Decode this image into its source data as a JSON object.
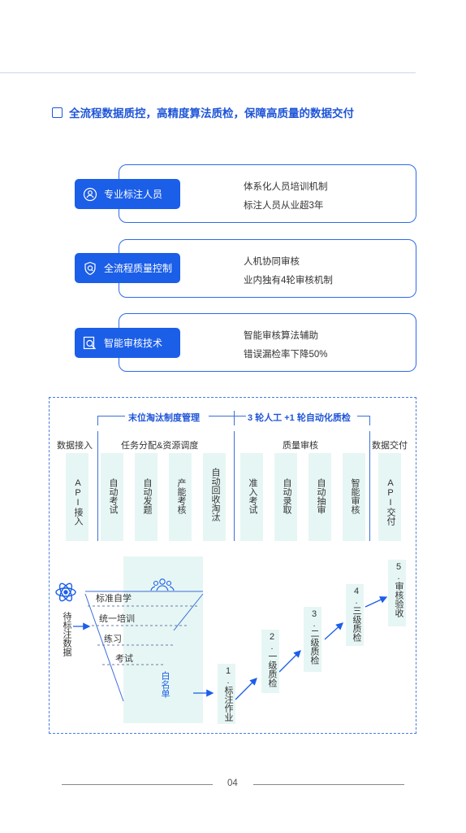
{
  "section_title": "全流程数据质控，高精度算法质检，保障高质量的数据交付",
  "cards": [
    {
      "pill": "专业标注人员",
      "icon": "person-icon",
      "lines": [
        "体系化人员培训机制",
        "标注人员从业超3年"
      ]
    },
    {
      "pill": "全流程质量控制",
      "icon": "shield-icon",
      "lines": [
        "人机协同审核",
        "业内独有4轮审核机制"
      ]
    },
    {
      "pill": "智能审核技术",
      "icon": "magnify-icon",
      "lines": [
        "智能审核算法辅助",
        "错误漏检率下降50%"
      ]
    }
  ],
  "diagram": {
    "header_left": "末位淘汰制度管理",
    "header_right": "3 轮人工 +1 轮自动化质检",
    "col_heads": [
      "数据接入",
      "任务分配&资源调度",
      "质量审核",
      "数据交付"
    ],
    "columns": [
      "API接入",
      "自动考试",
      "自动发题",
      "产能考核",
      "自动回收淘汰",
      "准入考试",
      "自动录取",
      "自动抽审",
      "智能审核",
      "API交付"
    ],
    "source_label": "待标注数据",
    "funnel_items": [
      "标准自学",
      "统一培训",
      "练习",
      "考试"
    ],
    "funnel_result": "白名单",
    "steps": [
      "1.标注作业",
      "2.一级质检",
      "3.二级质检",
      "4.三级质检",
      "5.审核验收"
    ]
  },
  "page_number": "04",
  "colors": {
    "primary": "#1b5ee8",
    "accent_bg": "#e6f6f4",
    "line": "#3b6fd9"
  }
}
